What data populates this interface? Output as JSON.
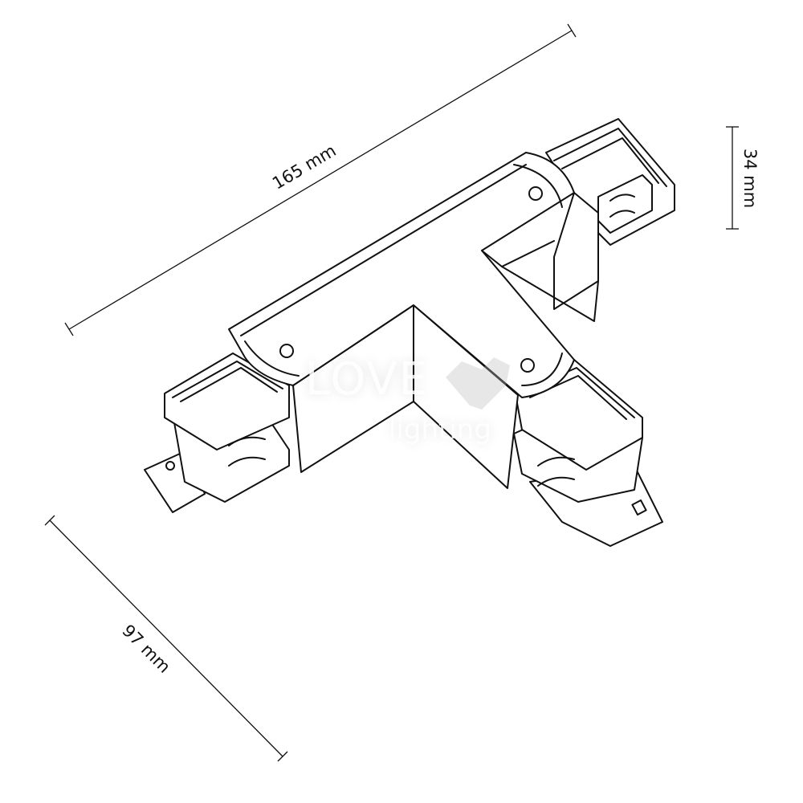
{
  "dimensions": {
    "length": "165 mm",
    "height": "34 mm",
    "width": "97 mm"
  },
  "watermark": {
    "brand_top": "LOVE",
    "brand_bottom": "lighting"
  }
}
